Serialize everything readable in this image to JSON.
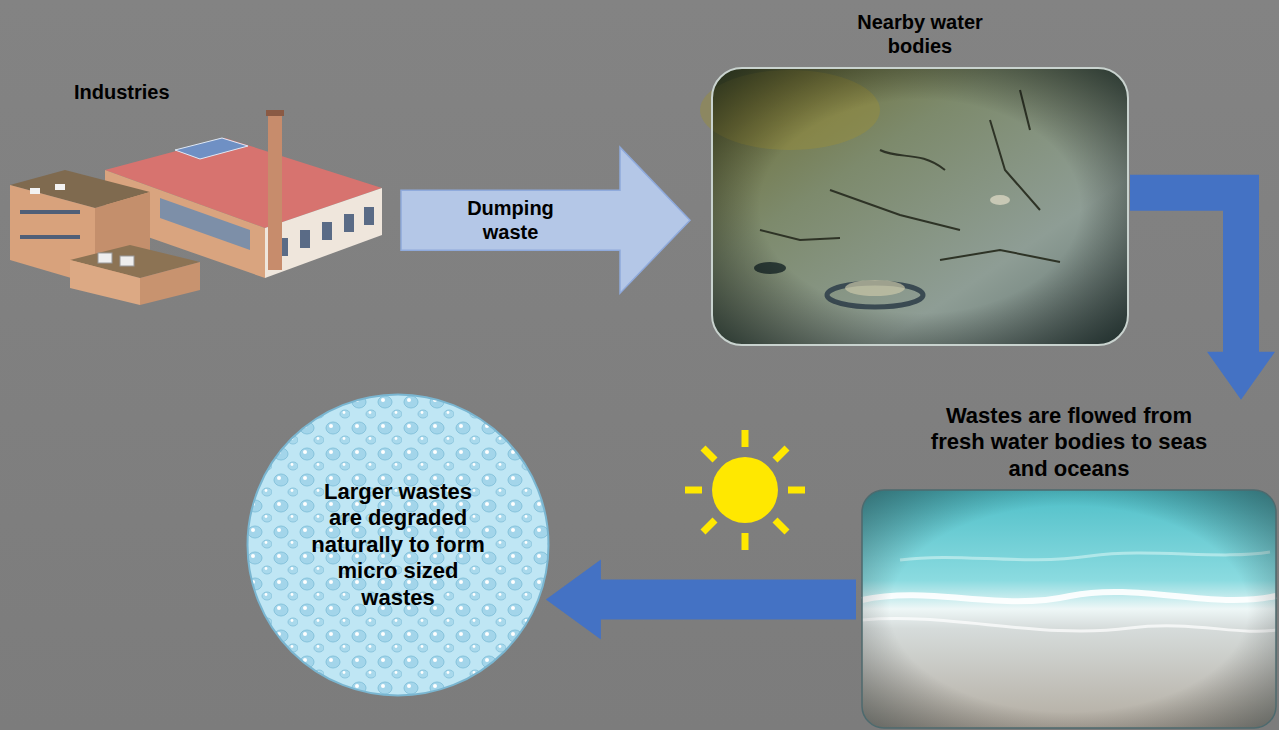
{
  "diagram": {
    "nodes": [
      {
        "text": [
          "Industries"
        ]
      },
      {
        "text": [
          "Nearby water bodies"
        ]
      },
      {
        "text": [
          "Wastes are flowed from fresh water bodies to seas and oceans"
        ]
      },
      {
        "text": [
          "Larger wastes are degraded naturally to form micro sized wastes"
        ]
      }
    ],
    "edges": [
      {
        "from": 0,
        "to": 1,
        "label": "Dumping waste",
        "arrow": "to"
      },
      {
        "from": 1,
        "to": 2,
        "arrow": "to"
      },
      {
        "from": 2,
        "to": 3,
        "arrow": "to"
      }
    ]
  }
}
